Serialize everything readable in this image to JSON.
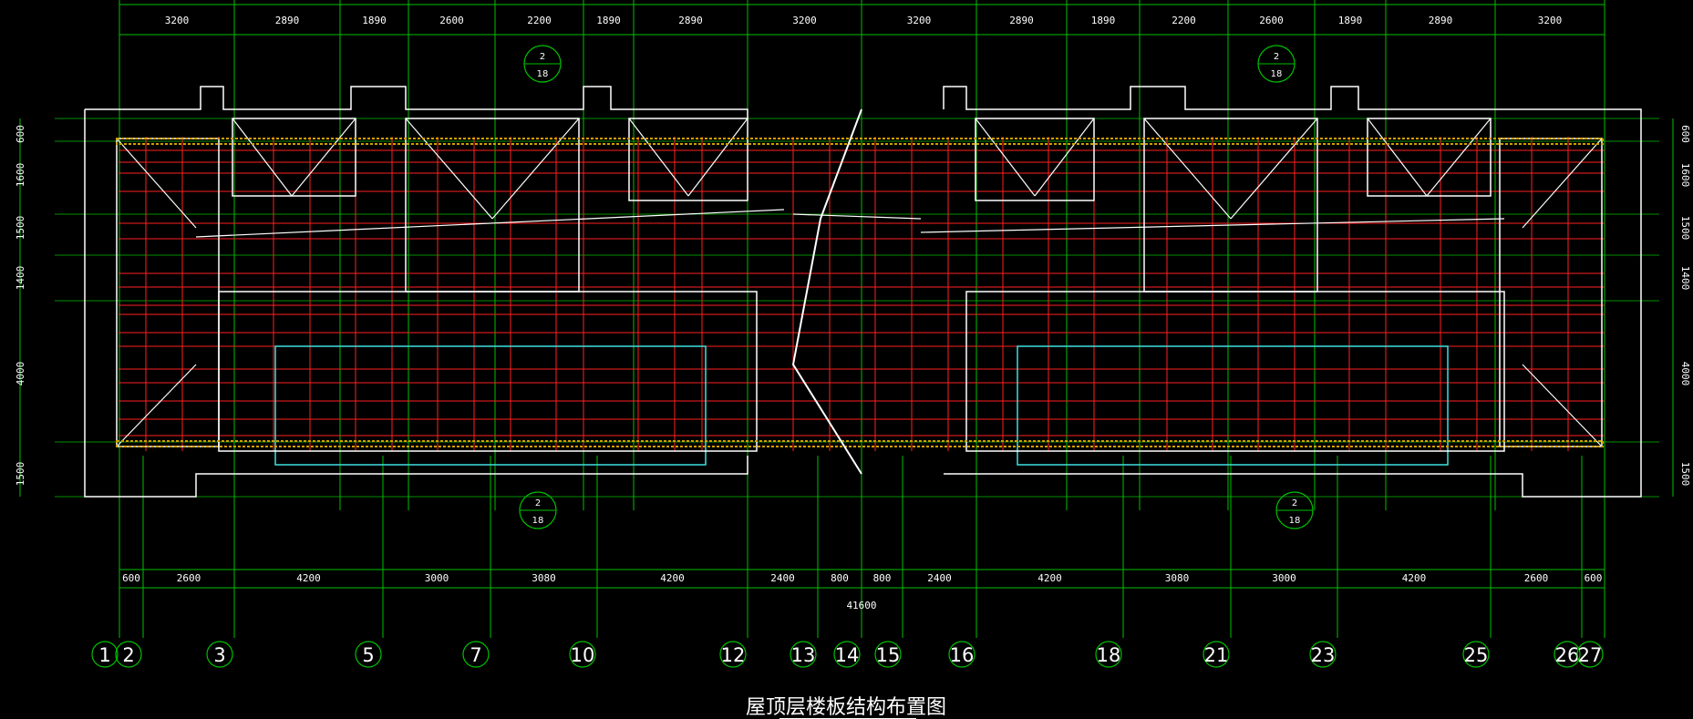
{
  "drawing": {
    "title": "屋顶层楼板结构布置图",
    "top_dimensions": [
      "3200",
      "2890",
      "1890",
      "2600",
      "2200",
      "1890",
      "2890",
      "3200",
      "3200",
      "2890",
      "1890",
      "2200",
      "2600",
      "1890",
      "2890",
      "3200"
    ],
    "bottom_dimensions": [
      "600",
      "2600",
      "4200",
      "3000",
      "3080",
      "4200",
      "2400",
      "800",
      "800",
      "2400",
      "4200",
      "3080",
      "3000",
      "4200",
      "2600",
      "600"
    ],
    "overall_dimension": "41600",
    "left_dimensions": [
      "600",
      "1600",
      "1500",
      "1400",
      "4000",
      "1500"
    ],
    "right_dimensions": [
      "600",
      "1600",
      "1500",
      "1400",
      "4000",
      "1500"
    ],
    "axis_labels": [
      "1",
      "2",
      "3",
      "5",
      "7",
      "10",
      "12",
      "13",
      "14",
      "15",
      "16",
      "18",
      "21",
      "23",
      "25",
      "26",
      "27"
    ],
    "section_tags": [
      {
        "top": "2",
        "bottom": "18"
      },
      {
        "top": "2",
        "bottom": "18"
      },
      {
        "top": "2",
        "bottom": "18"
      },
      {
        "top": "2",
        "bottom": "18"
      }
    ],
    "colors": {
      "background": "#000000",
      "grid": "#00c000",
      "beam": "#ff2020",
      "wall": "#ffffff",
      "opening": "#40e0e0",
      "hatch": "#d0a000"
    }
  }
}
